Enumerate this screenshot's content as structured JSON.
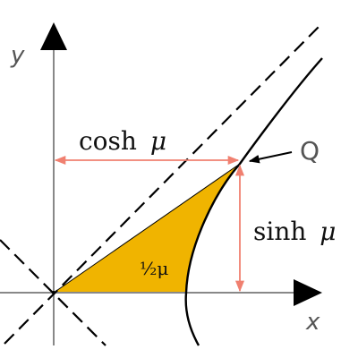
{
  "diagram": {
    "axis_x_label": "x",
    "axis_y_label": "y",
    "point_label": "Q",
    "horizontal_label": "cosh",
    "horizontal_var": "μ",
    "vertical_label": "sinh",
    "vertical_var": "μ",
    "area_label": "½μ",
    "colors": {
      "area_fill": "#f0b400",
      "measure_arrows": "#f08070",
      "axes": "#888888",
      "curve": "#000000"
    }
  }
}
